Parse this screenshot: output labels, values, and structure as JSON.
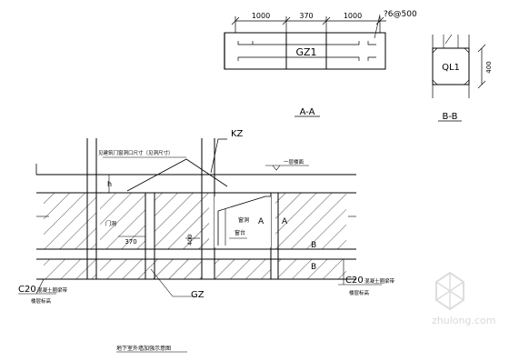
{
  "plan": {
    "dims": [
      "1000",
      "370",
      "1000"
    ],
    "rebar": "?6@500",
    "column_label": "GZ1",
    "section_label": "A-A"
  },
  "beam": {
    "label": "QL1",
    "dim": "400",
    "section_label": "B-B"
  },
  "elevation": {
    "kz": "KZ",
    "opening_note": "见建筑门窗洞口尺寸（见洞尺寸）",
    "floor_label": "一层楼面",
    "h": "h",
    "door": "门洞",
    "dim_370": "370",
    "dim_400": "400",
    "hole": "窗洞",
    "below": "窗台",
    "A1": "A",
    "A2": "A",
    "B1": "B",
    "B2": "B",
    "c20_left": "C20",
    "c20_left_note": "混凝土圈梁带",
    "c20_left_sub": "楼层标高",
    "c20_right": "C20",
    "c20_right_note": "混凝土圈梁带",
    "c20_right_sub": "楼层标高",
    "gz": "GZ",
    "caption": "地下室外墙加强示意图"
  },
  "watermark": "zhulong.com",
  "colors": {
    "line": "#000000",
    "watermark": "#d9d9d9"
  }
}
